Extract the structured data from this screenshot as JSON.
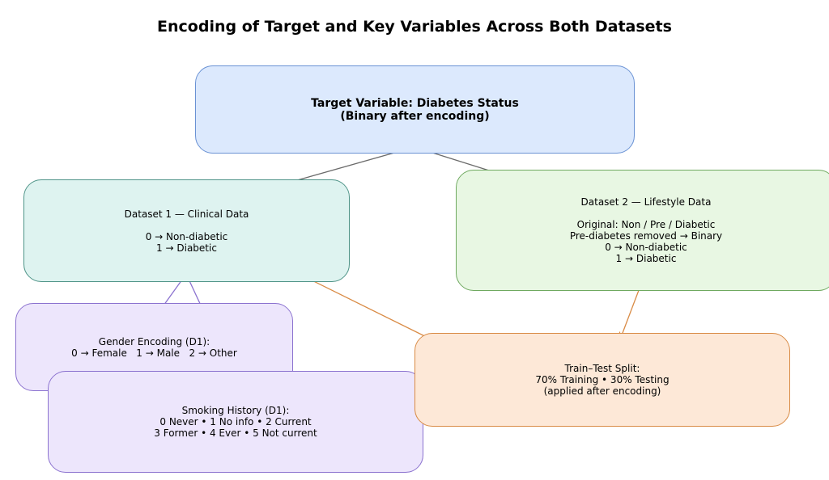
{
  "title": "Encoding of Target and Key Variables Across Both Datasets",
  "colors": {
    "target_fill": "#dce9fd",
    "target_border": "#6a92d4",
    "dataset1_fill": "#def3f0",
    "dataset1_border": "#4f9488",
    "dataset2_fill": "#e8f7e3",
    "dataset2_border": "#6fa960",
    "encoding_fill": "#ede6fc",
    "encoding_border": "#8b72cf",
    "split_fill": "#fde8d7",
    "split_border": "#d98b45",
    "edge_gray": "#6b6b6b",
    "edge_purple": "#8b72cf",
    "edge_orange": "#d98b45"
  },
  "nodes": {
    "target": {
      "line1": "Target Variable: Diabetes Status",
      "line2": "(Binary after encoding)"
    },
    "dataset1": {
      "heading": "Dataset 1 — Clinical Data",
      "line1": "0 → Non-diabetic",
      "line2": "1 → Diabetic"
    },
    "dataset2": {
      "heading": "Dataset 2 — Lifestyle Data",
      "line1": "Original: Non / Pre / Diabetic",
      "line2": "Pre-diabetes removed → Binary",
      "line3": "0 → Non-diabetic",
      "line4": "1 → Diabetic"
    },
    "gender": {
      "line1": "Gender Encoding (D1):",
      "line2": "0 → Female   1 → Male   2 → Other"
    },
    "smoking": {
      "line1": "Smoking History (D1):",
      "line2": "0 Never • 1 No info • 2 Current",
      "line3": "3 Former • 4 Ever • 5 Not current"
    },
    "split": {
      "line1": "Train–Test Split:",
      "line2": "70% Training • 30% Testing",
      "line3": "(applied after encoding)"
    }
  },
  "edges": [
    {
      "from": "target",
      "to": "dataset1"
    },
    {
      "from": "target",
      "to": "dataset2"
    },
    {
      "from": "dataset1",
      "to": "gender"
    },
    {
      "from": "dataset1",
      "to": "smoking"
    },
    {
      "from": "dataset1",
      "to": "split"
    },
    {
      "from": "dataset2",
      "to": "split"
    }
  ]
}
